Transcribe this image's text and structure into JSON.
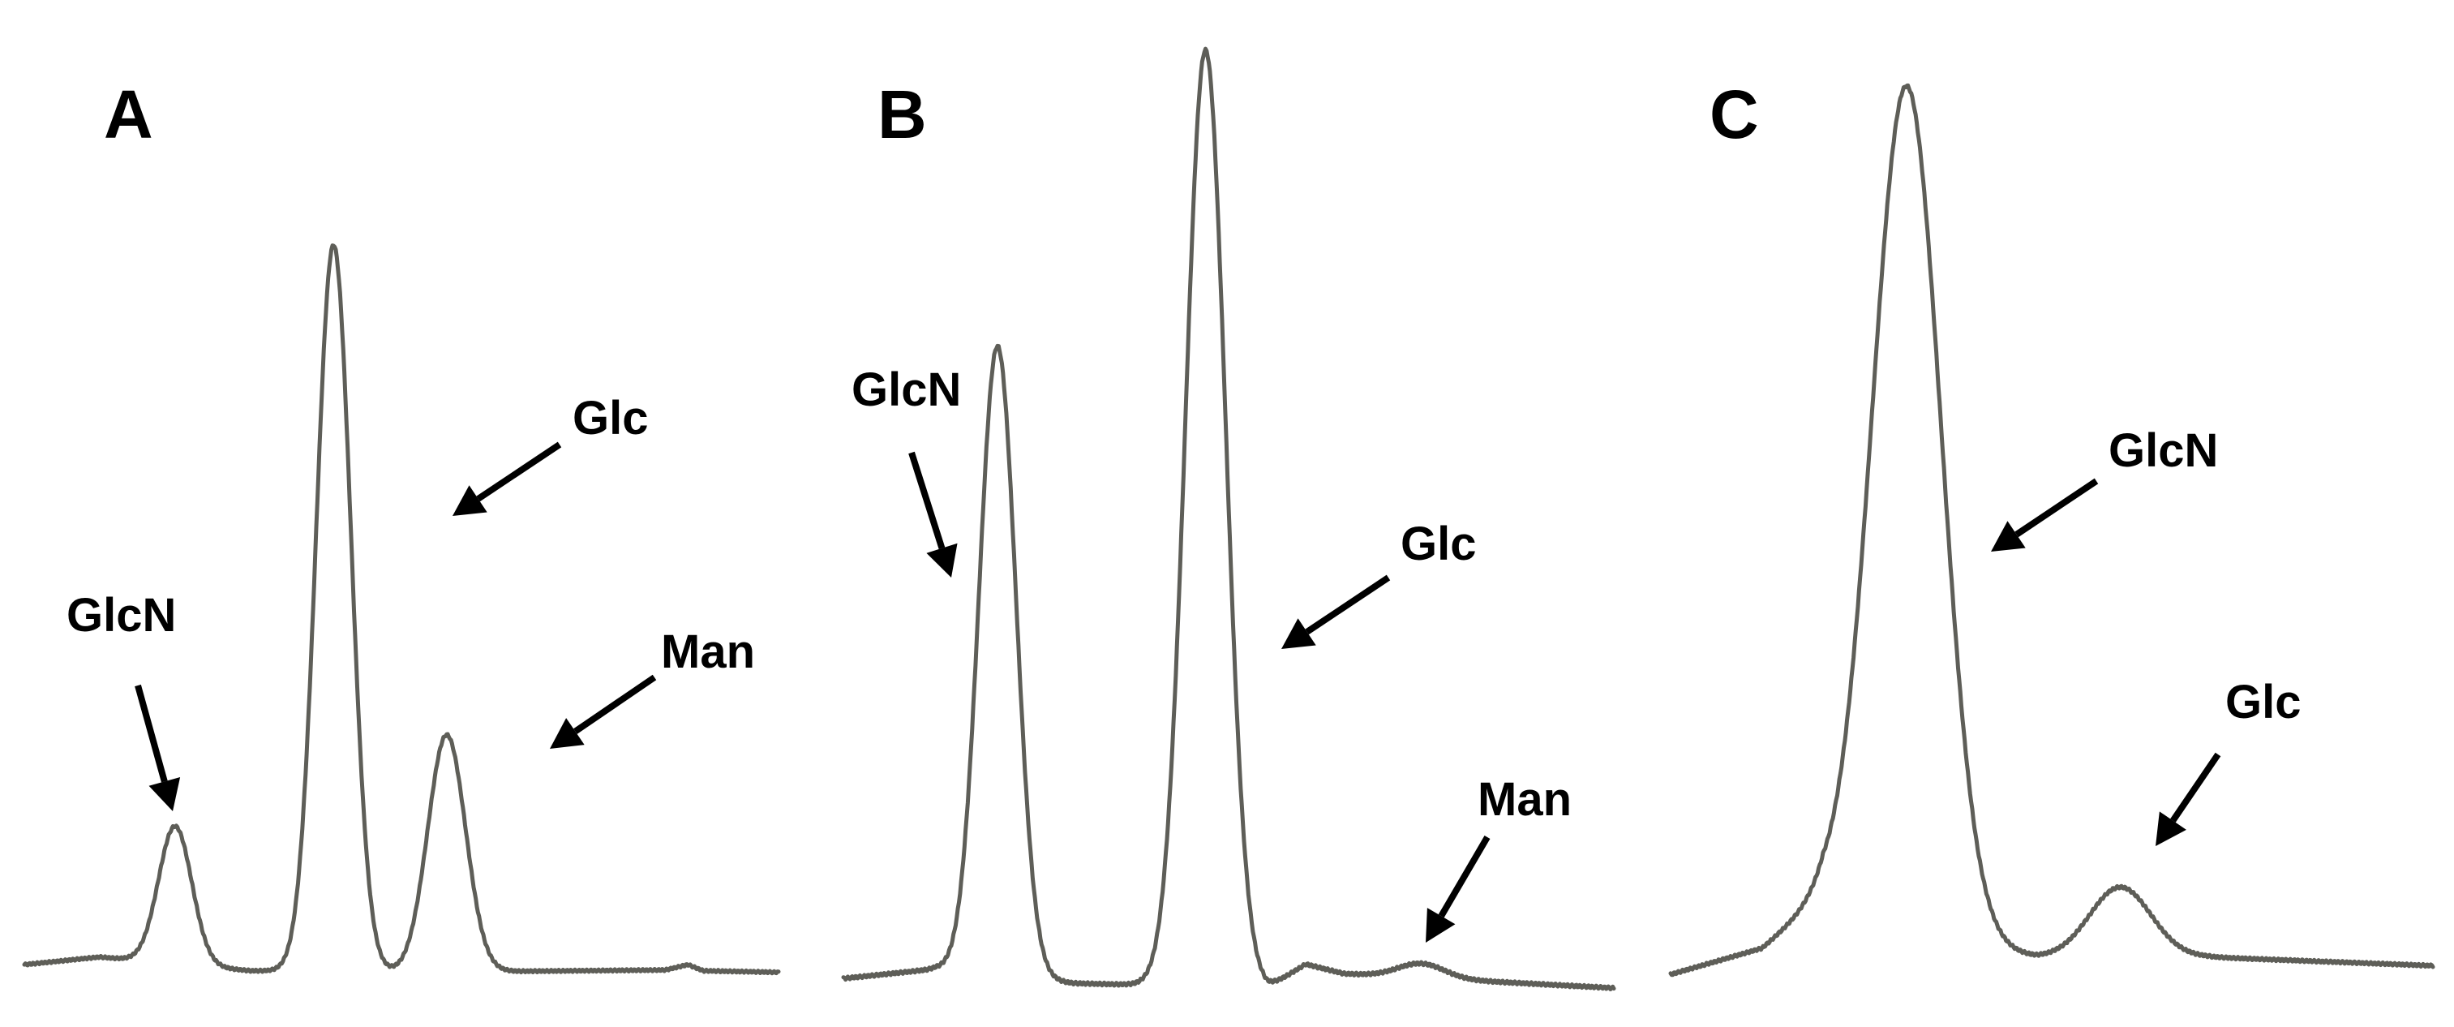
{
  "colors": {
    "trace": "#5e5e58",
    "text": "#000000",
    "arrow": "#000000",
    "background": "#ffffff"
  },
  "chart_data": [
    {
      "type": "line",
      "panel_label": "A",
      "title": "",
      "xlabel": "",
      "ylabel": "",
      "grid": false,
      "axes_visible": false,
      "legend": "none",
      "x_range": [
        0,
        100
      ],
      "y_range": [
        0,
        100
      ],
      "peaks": [
        {
          "name": "GlcN",
          "x": 20,
          "height": 18,
          "width": 2.2
        },
        {
          "name": "",
          "x": 41,
          "height": 95,
          "width": 2.3
        },
        {
          "name": "Man",
          "x": 56,
          "height": 31,
          "width": 2.5
        }
      ],
      "annotations": [
        {
          "text": "GlcN",
          "points_to_peak": 0
        },
        {
          "text": "Glc",
          "points_to_peak": 1
        },
        {
          "text": "Man",
          "points_to_peak": 2
        }
      ]
    },
    {
      "type": "line",
      "panel_label": "B",
      "title": "",
      "xlabel": "",
      "ylabel": "",
      "grid": false,
      "axes_visible": false,
      "legend": "none",
      "x_range": [
        0,
        100
      ],
      "y_range": [
        0,
        100
      ],
      "peaks": [
        {
          "name": "GlcN",
          "x": 20,
          "height": 66,
          "width": 2.4
        },
        {
          "name": "Glc",
          "x": 47,
          "height": 98,
          "width": 2.6
        },
        {
          "name": "Man",
          "x": 75,
          "height": 1.5,
          "width": 3
        }
      ],
      "annotations": [
        {
          "text": "GlcN",
          "points_to_peak": 0
        },
        {
          "text": "Glc",
          "points_to_peak": 1
        },
        {
          "text": "Man",
          "points_to_peak": 2
        }
      ]
    },
    {
      "type": "line",
      "panel_label": "C",
      "title": "",
      "xlabel": "",
      "ylabel": "",
      "grid": false,
      "axes_visible": false,
      "legend": "none",
      "x_range": [
        0,
        100
      ],
      "y_range": [
        0,
        100
      ],
      "peaks": [
        {
          "name": "GlcN",
          "x": 31,
          "height": 96,
          "width": 4.5
        },
        {
          "name": "Glc",
          "x": 59,
          "height": 8,
          "width": 4
        }
      ],
      "annotations": [
        {
          "text": "GlcN",
          "points_to_peak": 0
        },
        {
          "text": "Glc",
          "points_to_peak": 1
        }
      ]
    }
  ]
}
